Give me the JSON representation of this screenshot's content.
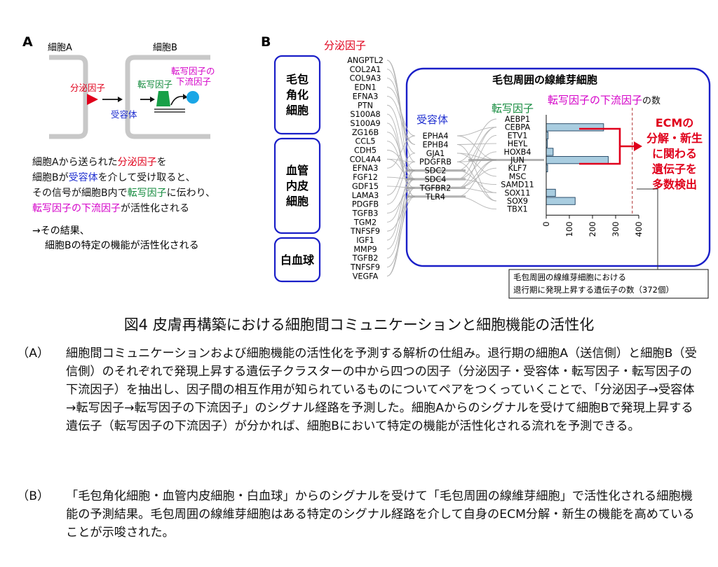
{
  "panelA": {
    "label": "A",
    "cellA": "細胞A",
    "cellB": "細胞B",
    "secreted": "分泌因子",
    "receptor": "受容体",
    "tf": "転写因子",
    "target1": "転写因子の",
    "target2": "下流因子",
    "lines": [
      [
        {
          "t": "細胞Aから送られた",
          "c": "#111111"
        },
        {
          "t": "分泌因子",
          "c": "#e0001b"
        },
        {
          "t": "を",
          "c": "#111111"
        }
      ],
      [
        {
          "t": "細胞Bが",
          "c": "#111111"
        },
        {
          "t": "受容体",
          "c": "#1f2fd0"
        },
        {
          "t": "を介して受け取ると、",
          "c": "#111111"
        }
      ],
      [
        {
          "t": "その信号が細胞B内で",
          "c": "#111111"
        },
        {
          "t": "転写因子",
          "c": "#128a3c"
        },
        {
          "t": "に伝わり、",
          "c": "#111111"
        }
      ],
      [
        {
          "t": "転写因子の下流因子",
          "c": "#d400c8"
        },
        {
          "t": "が活性化される",
          "c": "#111111"
        }
      ]
    ],
    "result1": "→その結果、",
    "result2": "細胞Bの特定の機能が活性化される"
  },
  "panelB": {
    "label": "B",
    "secreted_title": "分泌因子",
    "receptor_title": "受容体",
    "tf_title": "転写因子",
    "target_title": "転写因子の下流因子",
    "target_title_suffix": "の数",
    "fibro_title": "毛包周囲の線維芽細胞",
    "groups": [
      {
        "name": [
          "毛包",
          "角化",
          "細胞"
        ]
      },
      {
        "name": [
          "血管",
          "内皮",
          "細胞"
        ]
      },
      {
        "name": [
          "白血球"
        ]
      }
    ],
    "secreted": [
      "ANGPTL2",
      "COL2A1",
      "COL9A3",
      "EDN1",
      "EFNA3",
      "PTN",
      "S100A8",
      "S100A9",
      "ZG16B",
      "CCL5",
      "CDH5",
      "COL4A4",
      "EFNA3",
      "FGF12",
      "GDF15",
      "LAMA3",
      "PDGFB",
      "TGFB3",
      "TGM2",
      "TNFSF9",
      "IGF1",
      "MMP9",
      "TGFB2",
      "TNFSF9",
      "VEGFA"
    ],
    "receptors": [
      "EPHA4",
      "EPHB4",
      "GJA1",
      "PDGFRB",
      "SDC2",
      "SDC4",
      "TGFBR2",
      "TLR4"
    ],
    "ecm_note": [
      "ECMの",
      "分解・新生",
      "に関わる",
      "遺伝子を",
      "多数検出"
    ],
    "note_box": [
      "毛包周囲の線維芽細胞における",
      "退行期に発現上昇する遺伝子の数（372個）"
    ],
    "colors": {
      "secreted": "#e0001b",
      "receptor": "#1f2fd0",
      "tf": "#128a3c",
      "target": "#d400c8",
      "box": "#1a1fc8",
      "bar": "#a9cde0"
    }
  },
  "chart_data": {
    "type": "bar",
    "orientation": "horizontal",
    "categories": [
      "AEBP1",
      "CEBPA",
      "ETV1",
      "HEYL",
      "HOXB4",
      "JUN",
      "KLF7",
      "MSC",
      "SAMD11",
      "SOX11",
      "SOX9",
      "TBX1"
    ],
    "values": [
      0,
      248,
      8,
      5,
      30,
      268,
      6,
      0,
      0,
      40,
      125,
      0
    ],
    "xticks": [
      0,
      100,
      200,
      300,
      400
    ],
    "xlim": [
      0,
      420
    ],
    "reference_line": 372
  },
  "caption": {
    "title": "図4 皮膚再構築における細胞間コミュニケーションと細胞機能の活性化",
    "a_label": "（A）",
    "a_text": "細胞間コミュニケーションおよび細胞機能の活性化を予測する解析の仕組み。退行期の細胞A（送信側）と細胞B（受信側）のそれぞれで発現上昇する遺伝子クラスターの中から四つの因子（分泌因子・受容体・転写因子・転写因子の下流因子）を抽出し、因子間の相互作用が知られているものについてペアをつくっていくことで、「分泌因子→受容体→転写因子→転写因子の下流因子」のシグナル経路を予測した。細胞Aからのシグナルを受けて細胞Bで発現上昇する遺伝子（転写因子の下流因子）が分かれば、細胞Bにおいて特定の機能が活性化される流れを予測できる。",
    "b_label": "（B）",
    "b_text": "「毛包角化細胞・血管内皮細胞・白血球」からのシグナルを受けて「毛包周囲の線維芽細胞」で活性化される細胞機能の予測結果。毛包周囲の線維芽細胞はある特定のシグナル経路を介して自身のECM分解・新生の機能を高めていることが示唆された。"
  }
}
